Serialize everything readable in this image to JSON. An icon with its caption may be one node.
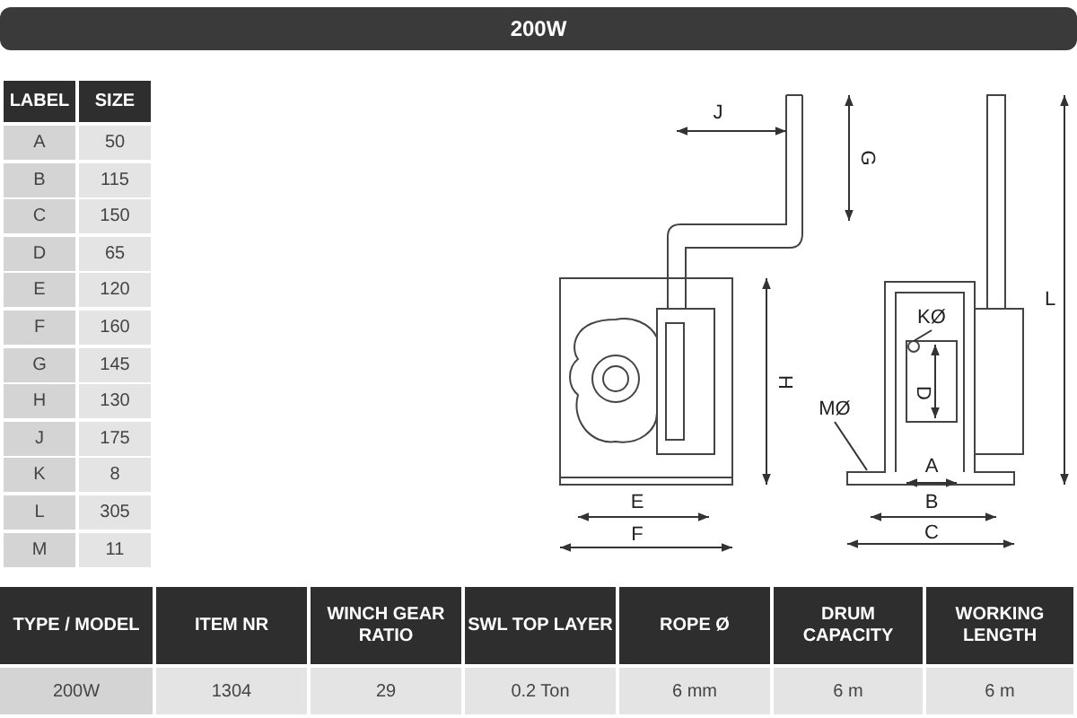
{
  "diagram": {
    "title": "200W",
    "nodes": [
      {
        "text": [
          "KØ"
        ]
      },
      {
        "text": [
          "MØ"
        ]
      }
    ],
    "edges": [
      {
        "from": 0,
        "to": null,
        "arrow": "none"
      },
      {
        "from": 1,
        "to": null,
        "arrow": "none"
      }
    ],
    "labels": [
      "LABEL",
      "SIZE",
      "A",
      "50",
      "B",
      "115",
      "C",
      "150",
      "D",
      "65",
      "E",
      "120",
      "F",
      "160",
      "G",
      "145",
      "H",
      "130",
      "J",
      "175",
      "K",
      "8",
      "L",
      "305",
      "M",
      "11",
      "J",
      "G",
      "H",
      "E",
      "F",
      "D",
      "A",
      "B",
      "C",
      "L",
      "TYPE / MODEL",
      "ITEM NR",
      "WINCH GEAR RATIO",
      "SWL TOP LAYER",
      "ROPE Ø",
      "DRUM CAPACITY",
      "WORKING LENGTH",
      "200W",
      "1304",
      "29",
      "0.2 Ton",
      "6 mm",
      "6 m",
      "6 m"
    ]
  }
}
